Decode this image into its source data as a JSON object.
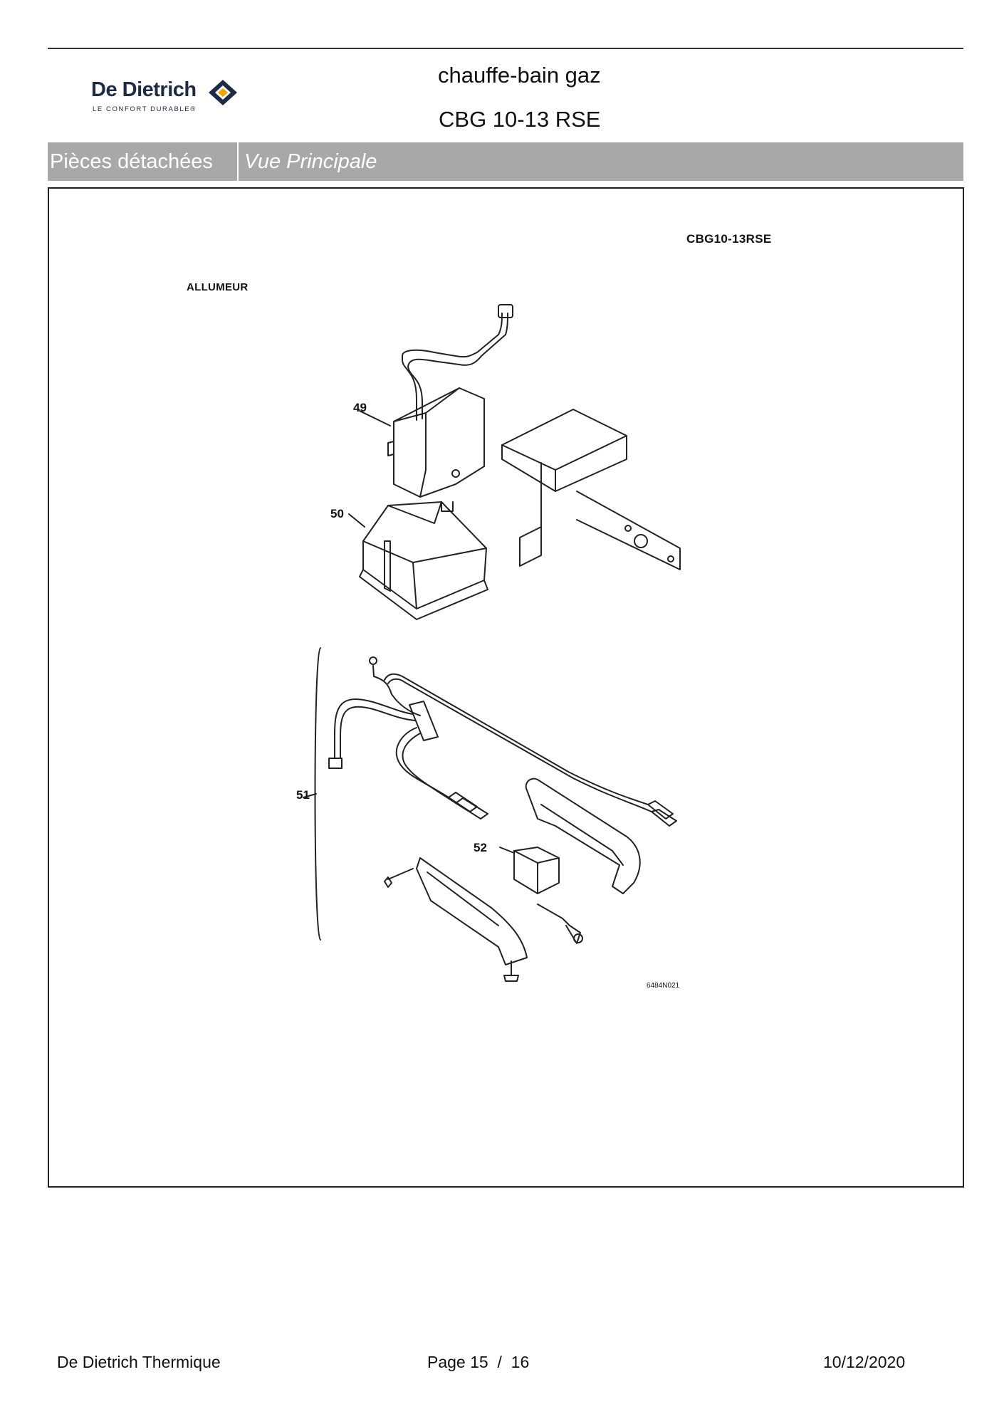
{
  "header": {
    "brand": "De Dietrich",
    "tagline": "LE CONFORT DURABLE®",
    "title": "chauffe-bain gaz",
    "model": "CBG 10-13 RSE"
  },
  "tabs": {
    "section": "Pièces détachées",
    "view": "Vue Principale"
  },
  "drawing": {
    "code": "CBG10-13RSE",
    "section_label": "ALLUMEUR",
    "callouts": [
      "49",
      "50",
      "51",
      "52"
    ],
    "reference": "6484N021"
  },
  "footer": {
    "company": "De Dietrich Thermique",
    "page_label": "Page",
    "page_current": "15",
    "page_sep": "/",
    "page_total": "16",
    "date": "10/12/2020"
  },
  "colors": {
    "tabbar": "#a8a8a8",
    "brand": "#1f2a44",
    "logo_accent": "#f2a400"
  }
}
